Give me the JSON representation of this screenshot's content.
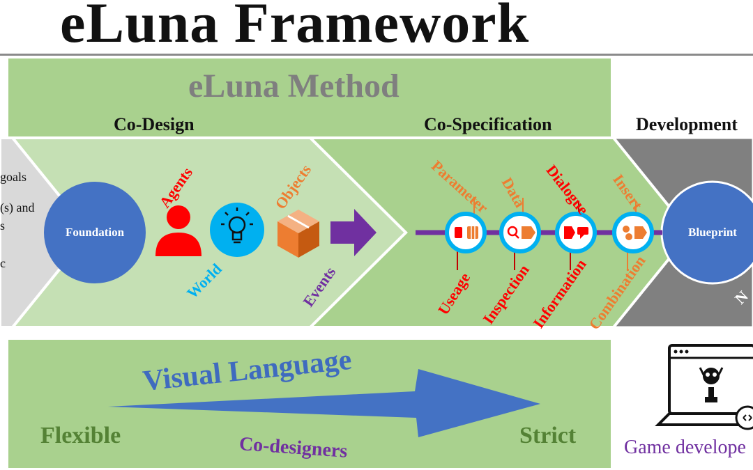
{
  "title": "eLuna Framework",
  "method_title": "eLuna Method",
  "phases": {
    "co_design": "Co-Design",
    "co_specification": "Co-Specification",
    "development": "Development"
  },
  "left_panel_fragments": [
    "goals",
    "(s) and",
    "s",
    "c"
  ],
  "foundation": "Foundation",
  "blueprint": "Blueprint",
  "right_fragment": "N",
  "co_design_labels": {
    "agents": "Agents",
    "world": "World",
    "objects": "Objects",
    "events": "Events"
  },
  "co_spec_labels": {
    "parameter": "Parameter",
    "data": "Data",
    "dialogue": "Dialogue",
    "insert": "Insert",
    "useage": "Useage",
    "inspection": "Inspection",
    "information": "Information",
    "combination": "Combination"
  },
  "visual_language": {
    "title": "Visual Language",
    "flexible": "Flexible",
    "strict": "Strict",
    "co_designers": "Co-designers"
  },
  "game_developers": "Game develope",
  "icons": [
    "person-icon",
    "lightbulb-icon",
    "box-icon",
    "right-arrow-icon",
    "hand-icon",
    "magnifier-icon",
    "speech-icon",
    "dice-icon",
    "game-monitor-icon"
  ],
  "colors": {
    "band_green": "#a9d18e",
    "light_green": "#c5e0b4",
    "circle_blue": "#4472c4",
    "agents_red": "#ff0000",
    "world_blue": "#00b0f0",
    "objects_orange": "#ed7d31",
    "events_purple": "#7030a0",
    "flexible_green": "#548235",
    "dev_gray": "#808080"
  }
}
